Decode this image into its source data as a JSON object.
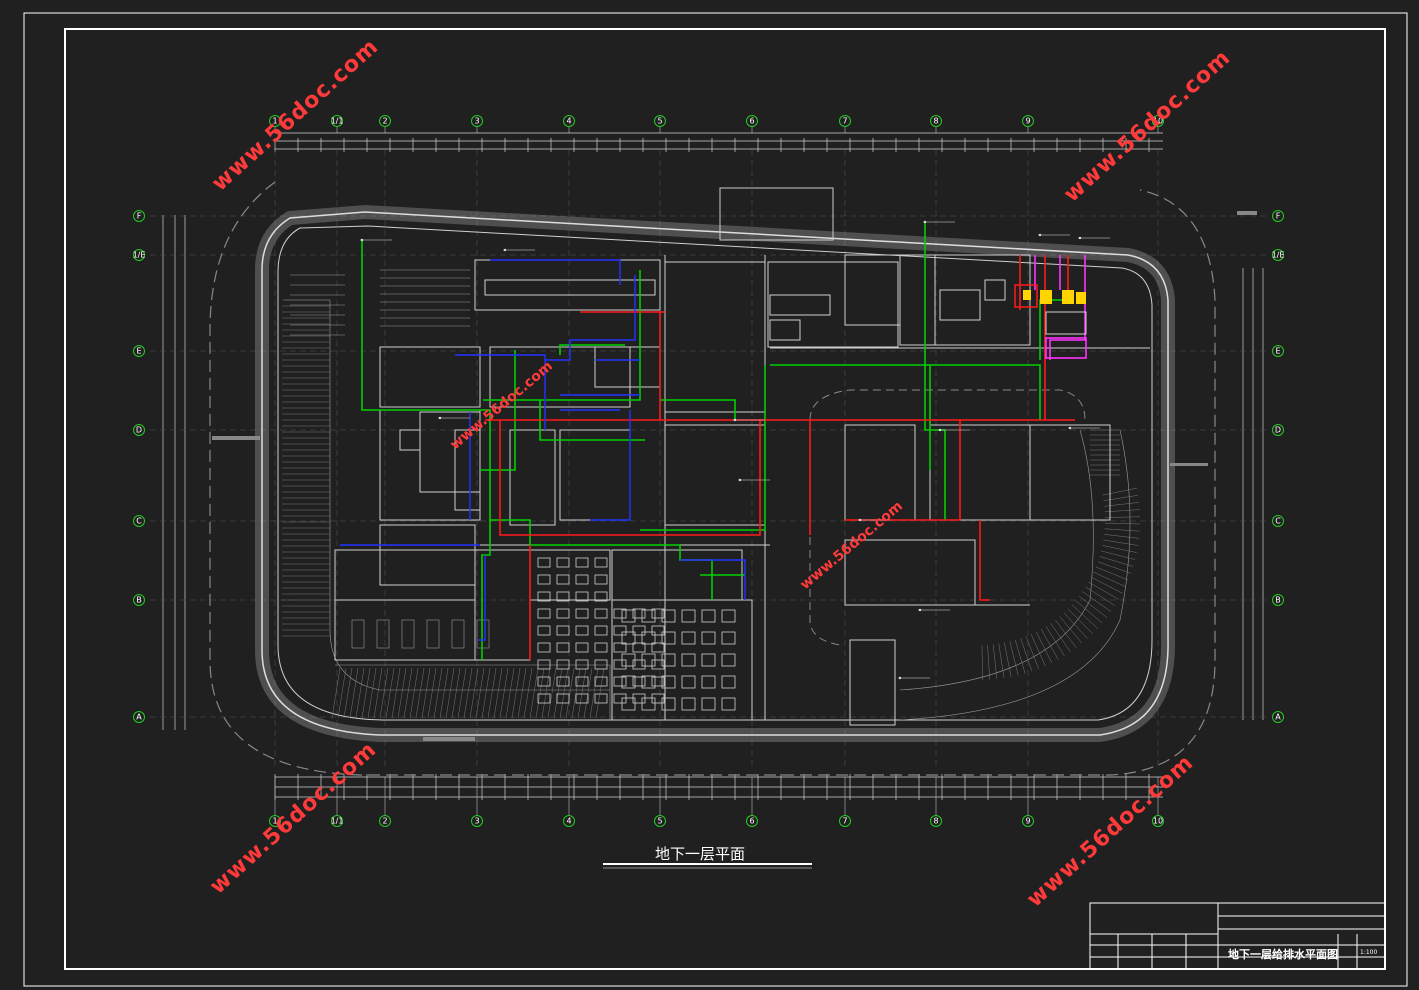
{
  "drawing_title": "地下一层平面",
  "column_axes": [
    "1",
    "1/1",
    "2",
    "3",
    "4",
    "5",
    "6",
    "7",
    "8",
    "9",
    "10"
  ],
  "row_axes": [
    "F",
    "1/E",
    "E",
    "D",
    "C",
    "B",
    "A"
  ],
  "watermark": "www.56doc.com",
  "title_block": {
    "drawing_name": "地下一层给排水平面图",
    "scale": "1:100"
  },
  "colors": {
    "background": "#202020",
    "frame": "#ffffff",
    "walls": "#bdbdbd",
    "water_supply": "#00d000",
    "hot_water": "#ff1a1a",
    "drainage": "#2233ff",
    "grid_bubble": "#22cc22",
    "watermark": "#ff3a3a",
    "fixtures": "#ffd400",
    "vent": "#ff33ff"
  }
}
